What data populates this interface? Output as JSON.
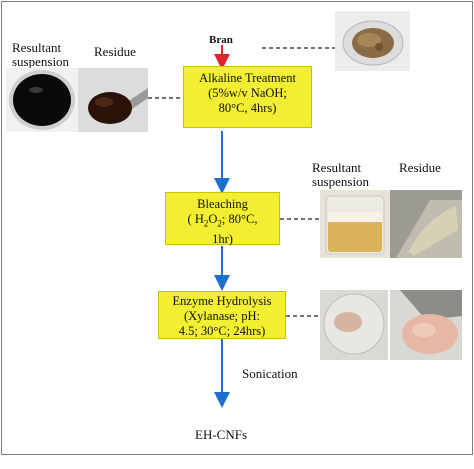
{
  "diagram": {
    "bran_label": "Bran",
    "step1": {
      "line1": "Alkaline Treatment",
      "line2": "(5%w/v NaOH;",
      "line3": "80°C, 4hrs)"
    },
    "step2": {
      "line1": "Bleaching",
      "line2_pre": "( H",
      "sub": "2",
      "mid": "O",
      "line2_post": "; 80°C,",
      "line3": "1hr)"
    },
    "step3": {
      "line1": "Enzyme Hydrolysis",
      "line2": "(Xylanase; pH:",
      "line3": "4.5; 30°C; 24hrs)"
    },
    "sonication_label": "Sonication",
    "final_label": "EH-CNFs",
    "left_labels": {
      "suspension_line1": "Resultant",
      "suspension_line2": "suspension",
      "residue": "Residue"
    },
    "right_labels": {
      "suspension_line1": "Resultant",
      "suspension_line2": "suspension",
      "residue": "Residue"
    },
    "arrow_colors": {
      "main": "#1f6fd1",
      "bran": "#e0242b"
    },
    "box_color": "#f2ee32"
  }
}
